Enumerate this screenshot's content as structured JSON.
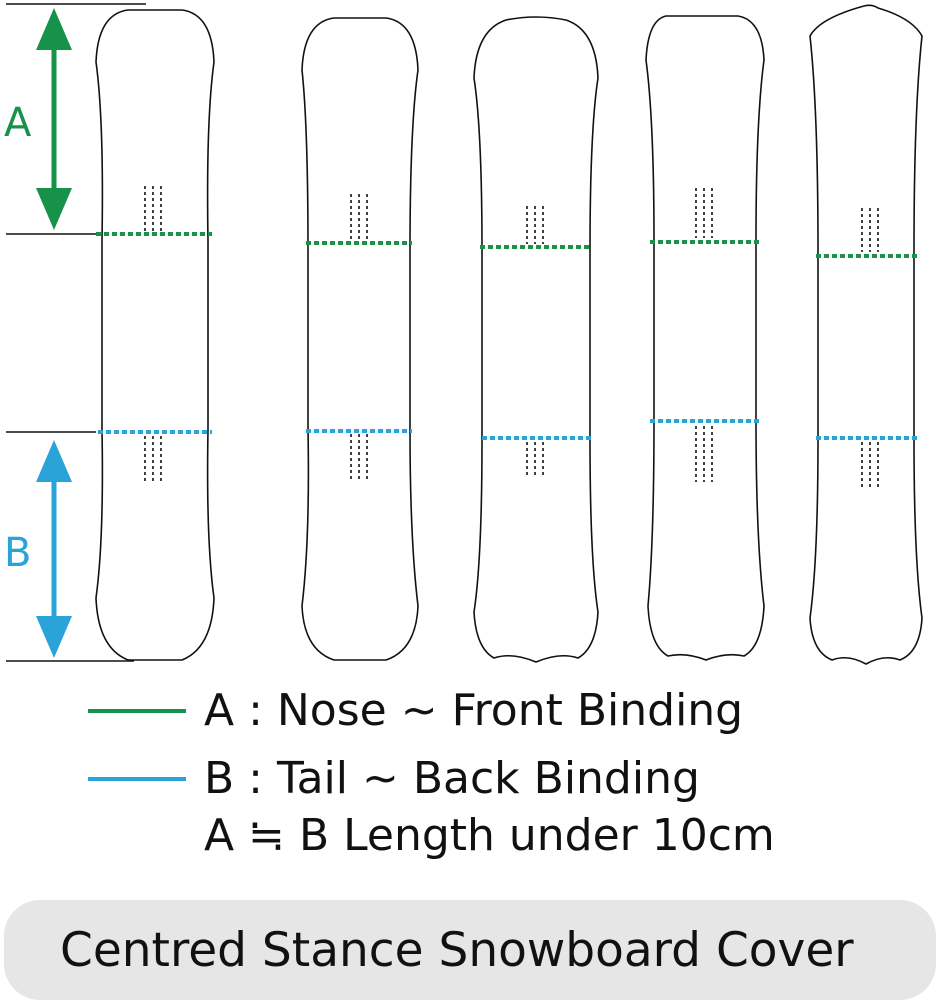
{
  "colors": {
    "front": "#16924a",
    "back": "#2aa3d8",
    "outline": "#111111",
    "pill": "#e6e6e6"
  },
  "labels": {
    "a": "A",
    "b": "B"
  },
  "legend": {
    "a_text": "A : Nose ~ Front Binding",
    "b_text": "B : Tail ~ Back Binding",
    "note": "A ≒ B  Length under 10cm"
  },
  "footer": {
    "title": "Centred Stance Snowboard Cover"
  },
  "boards": [
    {
      "name": "board-1",
      "nose": "round",
      "tail": "round",
      "front_binding": 0.32,
      "back_binding": 0.64
    },
    {
      "name": "board-2",
      "nose": "round",
      "tail": "round",
      "front_binding": 0.34,
      "back_binding": 0.64
    },
    {
      "name": "board-3",
      "nose": "round",
      "tail": "swallow",
      "front_binding": 0.35,
      "back_binding": 0.65
    },
    {
      "name": "board-4",
      "nose": "flat",
      "tail": "swallow",
      "front_binding": 0.34,
      "back_binding": 0.62
    },
    {
      "name": "board-5",
      "nose": "pointed",
      "tail": "swallow",
      "front_binding": 0.36,
      "back_binding": 0.65
    }
  ]
}
